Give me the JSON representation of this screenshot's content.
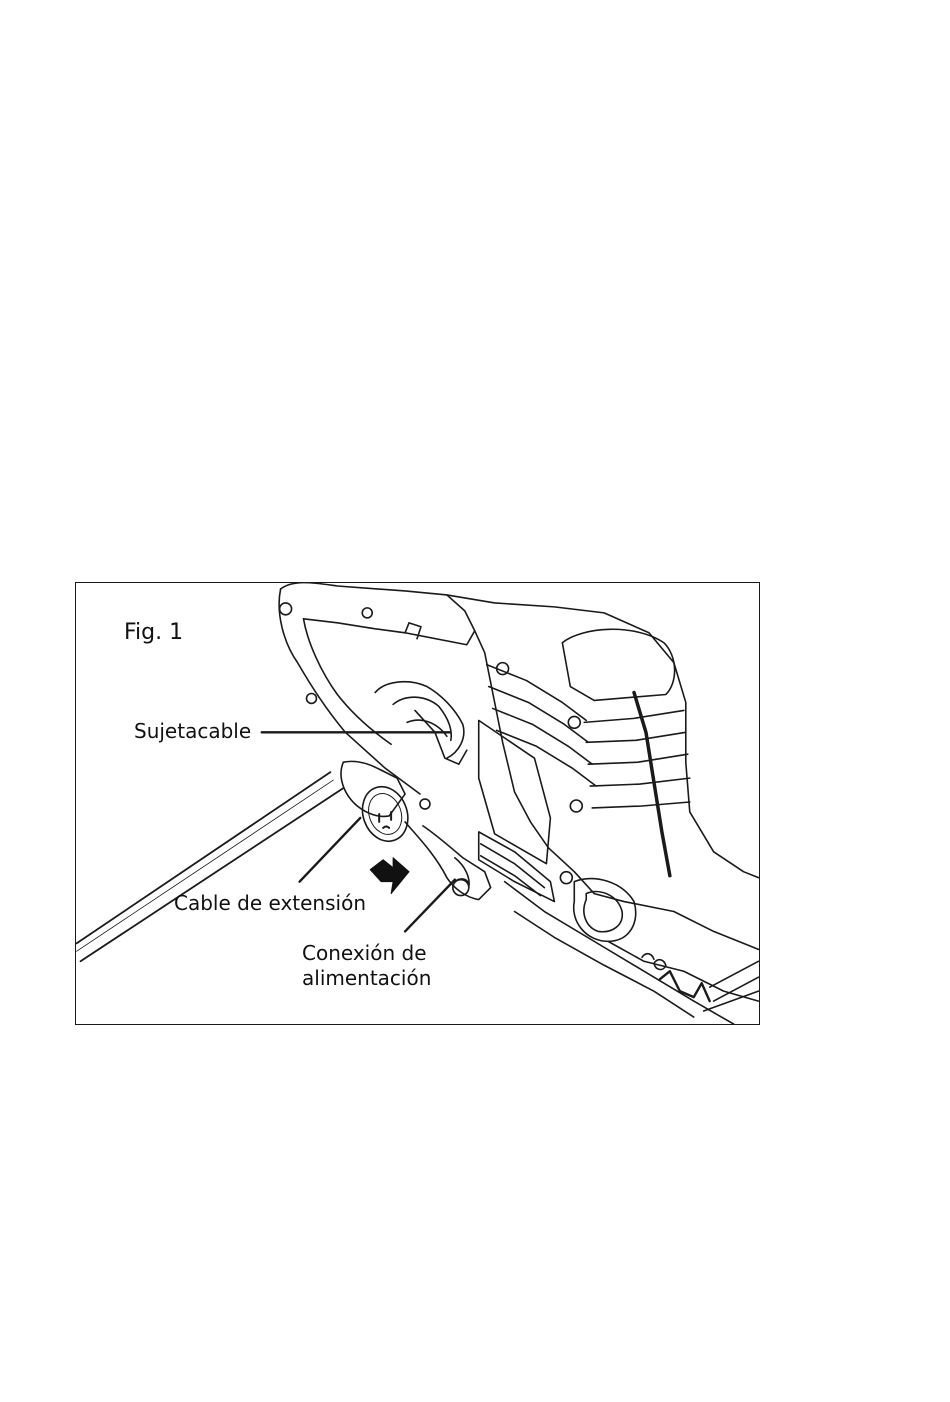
{
  "figure": {
    "title": "Fig. 1",
    "labels": {
      "cord_clip": "Sujetacable",
      "extension_cord": "Cable de extensión",
      "power_connection_line1": "Conexión de",
      "power_connection_line2": "alimentación"
    },
    "icons": [
      "reciprocating-saw-illustration",
      "extension-cord-plug-icon",
      "direction-arrow-icon"
    ]
  }
}
